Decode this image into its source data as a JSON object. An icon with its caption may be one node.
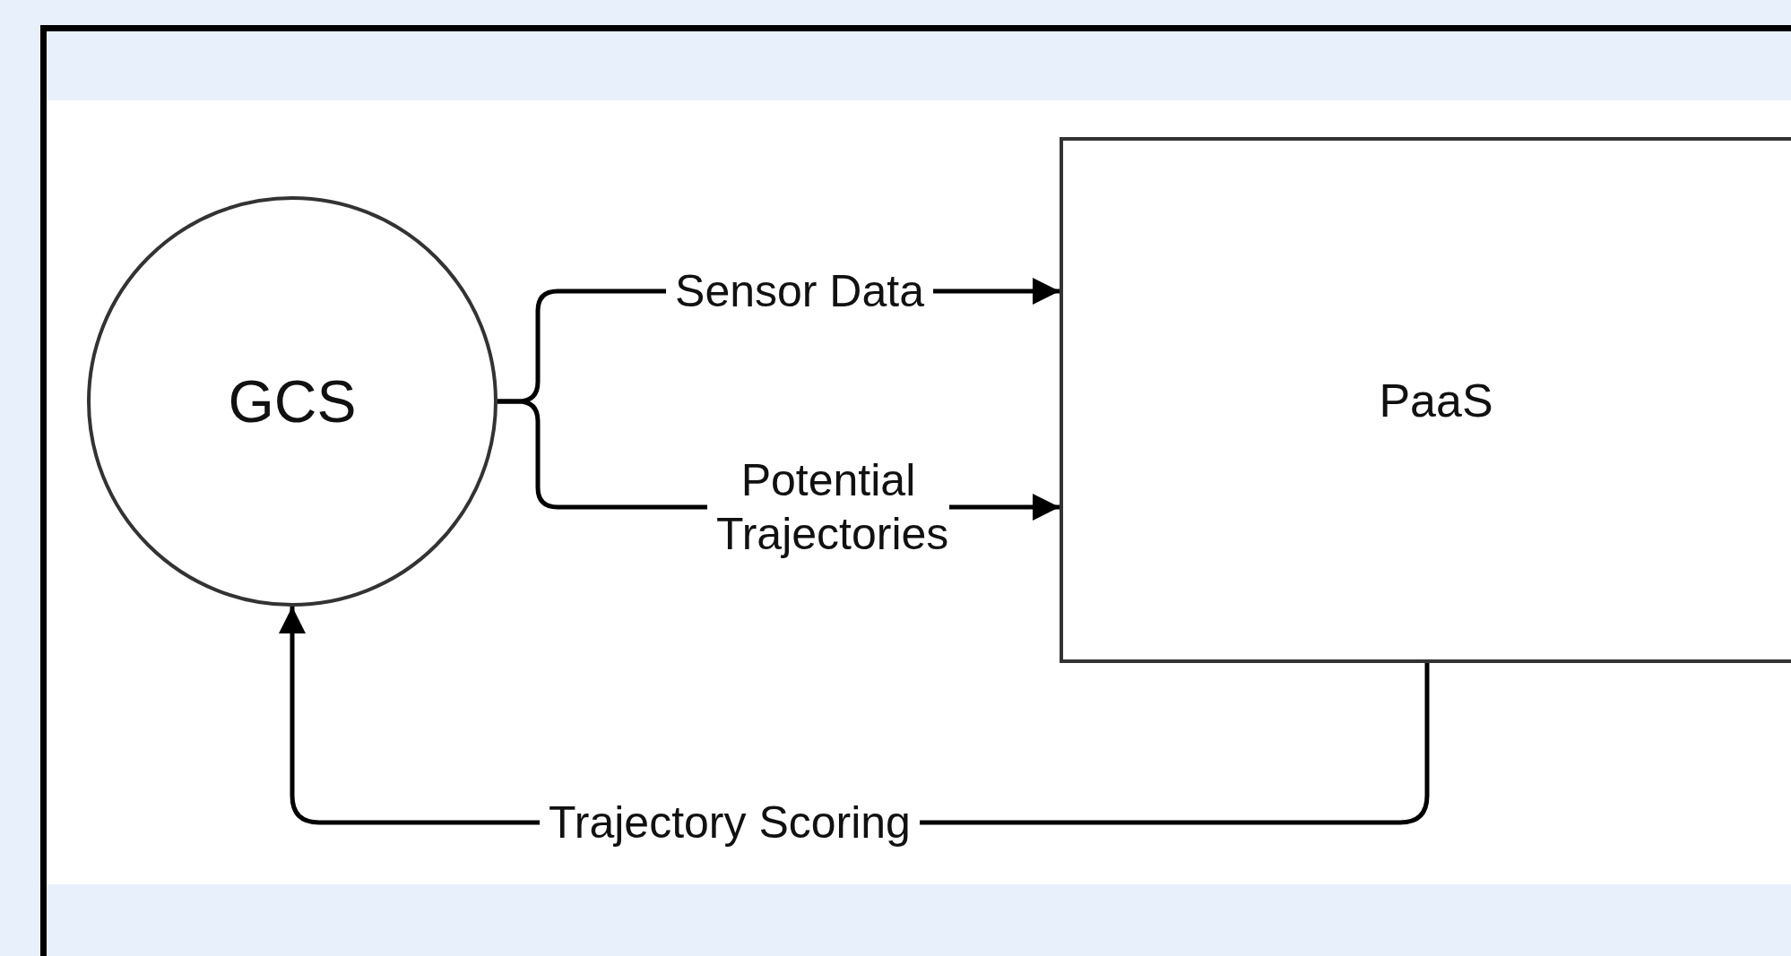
{
  "diagram": {
    "nodes": [
      {
        "text": [
          "GCS"
        ]
      },
      {
        "text": [
          "PaaS"
        ]
      }
    ],
    "edges": [
      {
        "from": 0,
        "to": 1,
        "arrow": "to",
        "label": "Sensor Data"
      },
      {
        "from": 0,
        "to": 1,
        "arrow": "to",
        "label": "Potential Trajectories"
      },
      {
        "from": 1,
        "to": 0,
        "arrow": "to",
        "label": "Trajectory Scoring"
      }
    ]
  }
}
